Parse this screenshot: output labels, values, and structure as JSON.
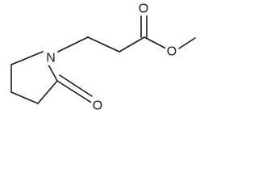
{
  "molecule": {
    "atoms": {
      "n1": "N",
      "o_ketone": "O",
      "o_carbonyl": "O",
      "o_ester": "O"
    }
  }
}
